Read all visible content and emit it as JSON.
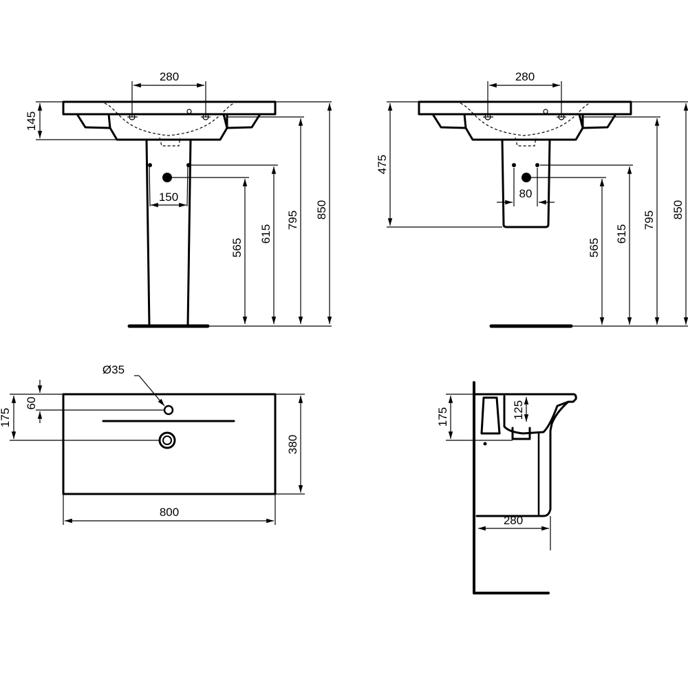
{
  "colors": {
    "ink": "#000000",
    "paper": "#ffffff"
  },
  "front_pedestal": {
    "tap_spacing": "280",
    "height_basin": "145",
    "pedestal_hole_spacing": "150",
    "waste_height": "565",
    "supply_height": "615",
    "underside_height": "795",
    "rim_height": "850"
  },
  "front_semipedestal": {
    "tap_spacing": "280",
    "semipedestal_height": "475",
    "hole_spacing": "80",
    "waste_height": "565",
    "supply_height": "615",
    "underside_height": "795",
    "rim_height": "850"
  },
  "plan": {
    "tap_hole_diameter": "Ø35",
    "tap_offset": "60",
    "waste_offset": "175",
    "depth": "380",
    "width": "800"
  },
  "side": {
    "waste_height": "175",
    "bowl_depth": "125",
    "pedestal_projection": "280"
  }
}
